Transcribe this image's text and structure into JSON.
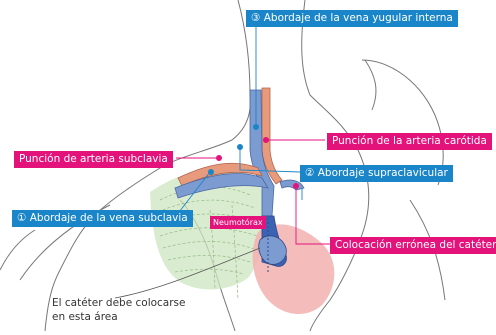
{
  "labels": {
    "yugular": "③ Abordaje de la vena yugular interna",
    "carotida": "Punción de la arteria carótida",
    "subclavia_arteria": "Punción de arteria subclavia",
    "supraclavicular": "② Abordaje supraclavicular",
    "subclavia_vena": "① Abordaje de la vena subclavia",
    "neumotorax": "Neumotórax",
    "erronea": "Colocación errónea del catéter",
    "nota_linea1": "El catéter debe colocarse",
    "nota_linea2": "en esta área"
  },
  "colors": {
    "vena": "#7c9bd1",
    "arteria": "#e89a7d",
    "corazon": "#f3b0b0",
    "pulmon": "#cde6c0",
    "acento_azul": "#1a85c8",
    "acento_rosa": "#e4127b"
  }
}
